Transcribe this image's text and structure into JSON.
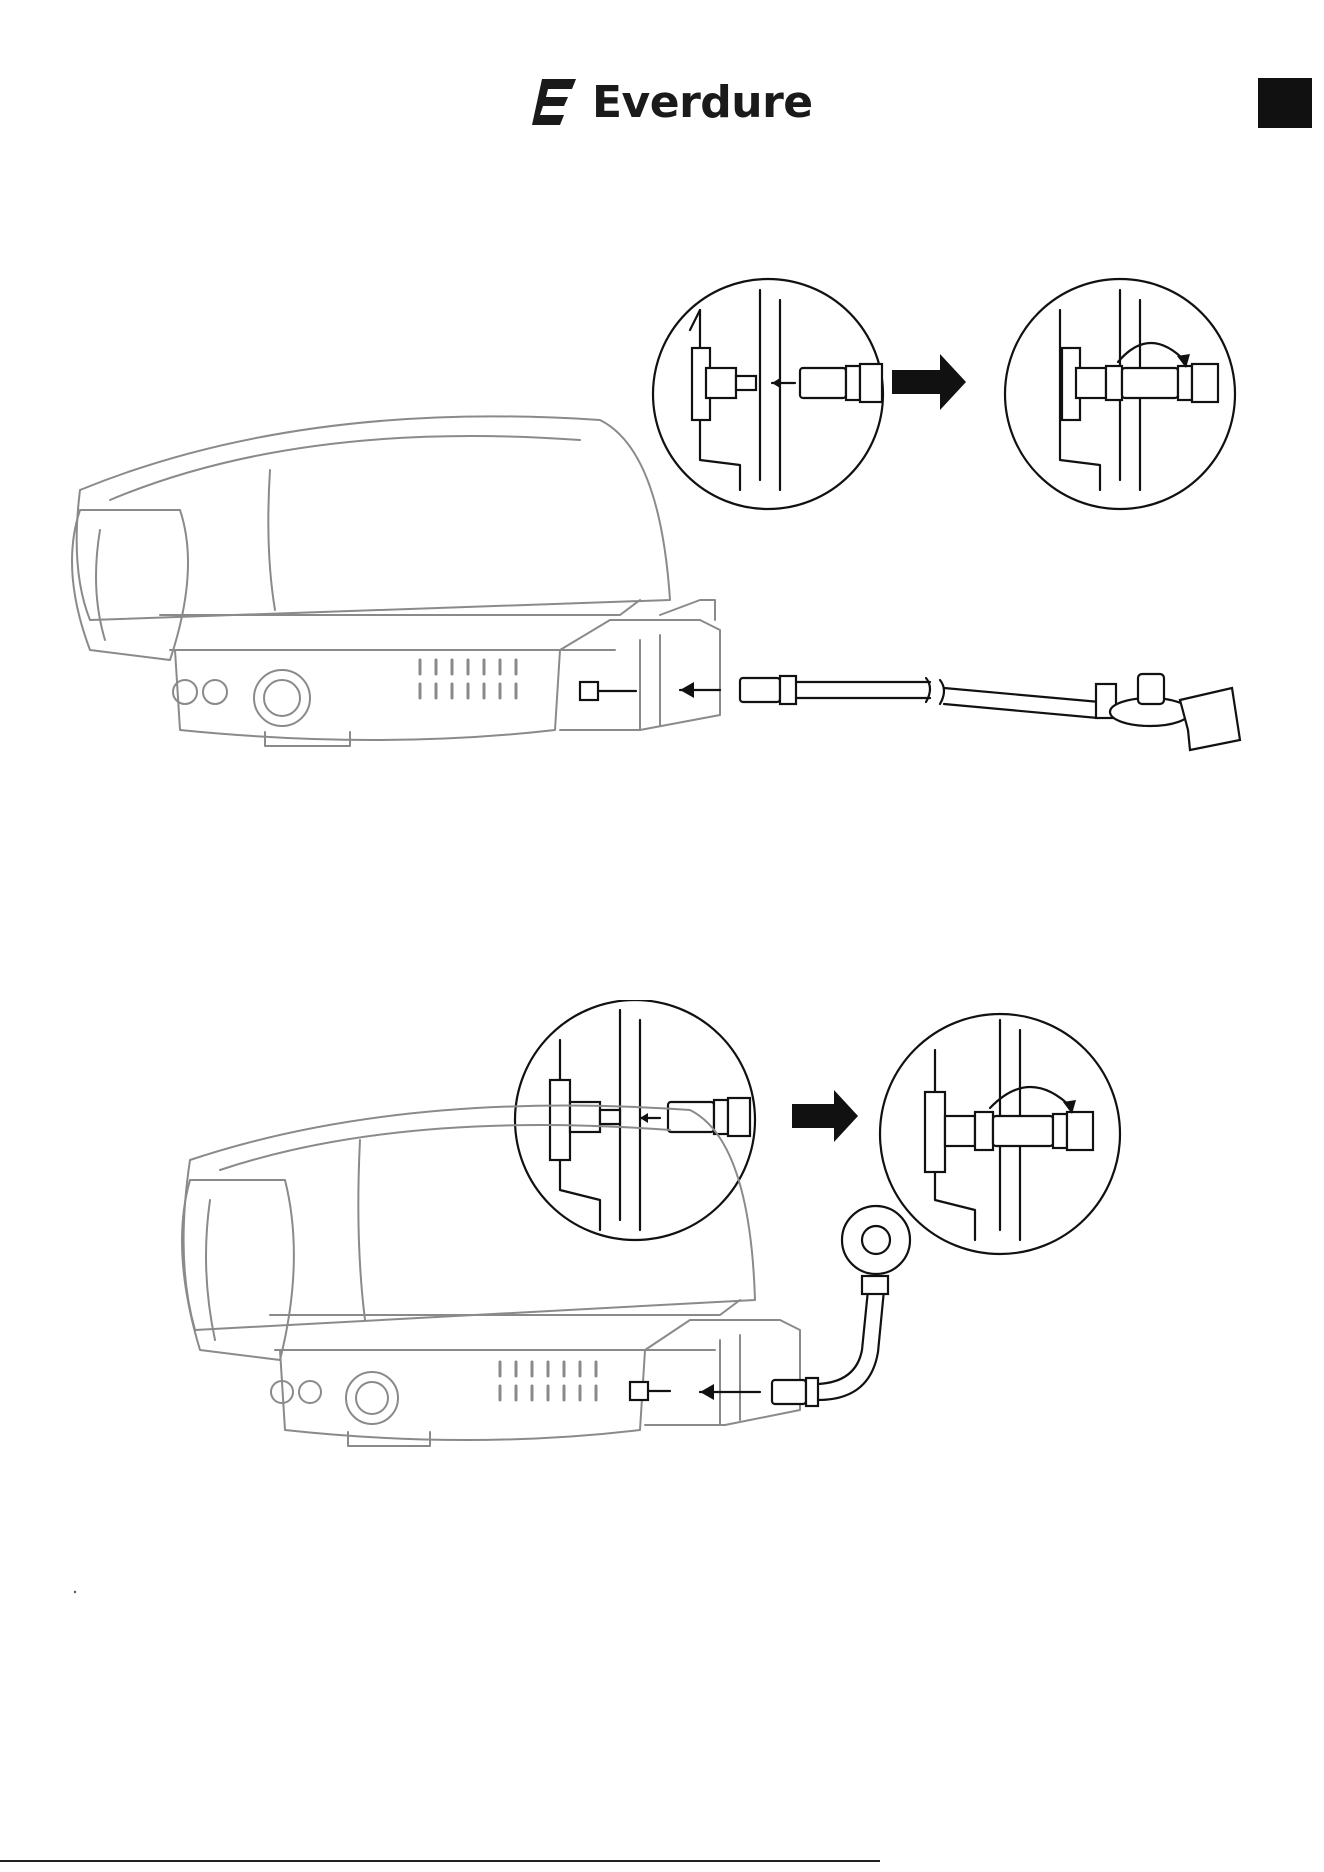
{
  "brand": {
    "name": "Everdure",
    "logo_icon": "everdure-e-logo-icon"
  },
  "page_tab": {
    "color": "#111111"
  },
  "figures": {
    "top": {
      "subject": "grill-connected-to-gas-regulator",
      "icons": [
        "grill-body-illustration",
        "gas-regulator-icon",
        "push-arrow-icon",
        "next-step-arrow-icon",
        "rotate-arrow-icon"
      ]
    },
    "bottom": {
      "subject": "grill-connected-to-gas-cartridge-adapter",
      "icons": [
        "grill-body-illustration",
        "gas-adapter-icon",
        "push-arrow-icon",
        "next-step-arrow-icon",
        "rotate-arrow-icon"
      ]
    }
  },
  "colors": {
    "ink": "#111111",
    "grill_outline": "#8a8a8a",
    "background": "#ffffff"
  }
}
